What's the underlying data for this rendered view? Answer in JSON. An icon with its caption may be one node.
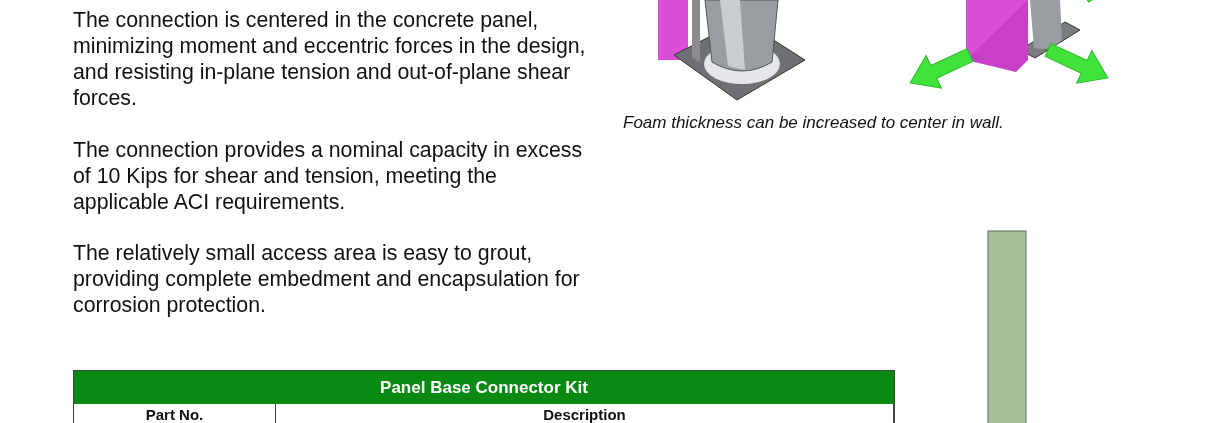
{
  "diagram": {
    "labels": [
      "The connection is centered in the concrete panel, minimizing moment and eccentric forces in the design, and resisting in-plane tension and out-of-plane shear forces.",
      "The connection provides a nominal capacity in excess of 10 Kips for shear and tension, meeting the applicable ACI requirements.",
      "The relatively small access area is easy to grout, providing complete embedment and encapsulation for corrosion protection.",
      "Foam thickness can be increased to center in wall.",
      "Panel Base Connector Kit",
      "Part No.",
      "Description"
    ]
  }
}
